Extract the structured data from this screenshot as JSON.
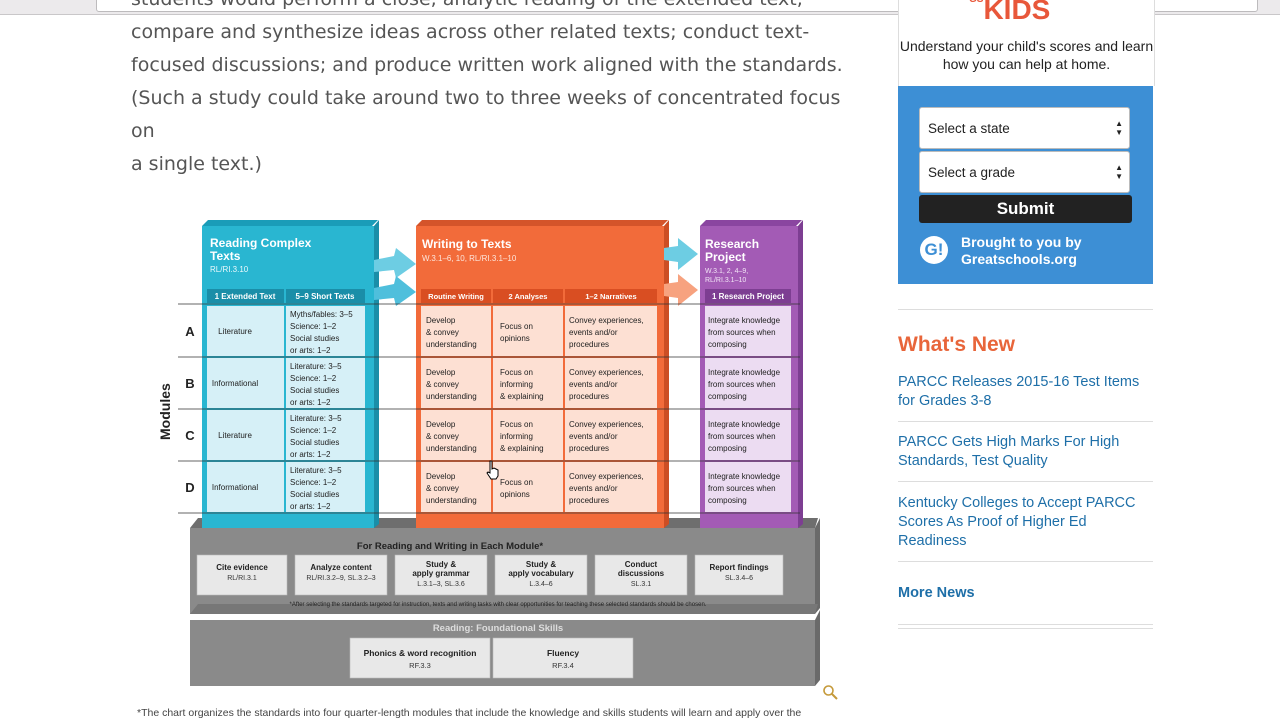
{
  "article": {
    "lines": [
      "students would perform a close, analytic reading of the extended text;",
      "compare and synthesize ideas across other related texts; conduct text-",
      "focused discussions; and produce written work aligned with the standards.",
      "(Such a study could take around two to three weeks of concentrated focus on",
      "a single text.)"
    ]
  },
  "figure": {
    "modules_label": "Modules",
    "row_letters": [
      "A",
      "B",
      "C",
      "D"
    ],
    "reading": {
      "title": "Reading Complex Texts",
      "standards": "RL/RI.3.10",
      "col1": "1 Extended Text",
      "col2": "5–9 Short Texts",
      "rows": [
        {
          "extended": "Literature",
          "short": [
            "Myths/fables: 3–5",
            "Science: 1–2",
            "Social studies",
            "or arts: 1–2"
          ]
        },
        {
          "extended": "Informational",
          "short": [
            "Literature: 3–5",
            "Science: 1–2",
            "Social studies",
            "or arts: 1–2"
          ]
        },
        {
          "extended": "Literature",
          "short": [
            "Literature: 3–5",
            "Science: 1–2",
            "Social studies",
            "or arts: 1–2"
          ]
        },
        {
          "extended": "Informational",
          "short": [
            "Literature: 3–5",
            "Science: 1–2",
            "Social studies",
            "or arts: 1–2"
          ]
        }
      ]
    },
    "writing": {
      "title": "Writing to Texts",
      "standards": "W.3.1–6, 10, RL/RI.3.1–10",
      "col1": "Routine Writing",
      "col2": "2 Analyses",
      "col3": "1–2 Narratives",
      "rows": [
        {
          "routine": [
            "Develop",
            "& convey",
            "understanding"
          ],
          "analyses": [
            "Focus on",
            "opinions"
          ],
          "narratives": [
            "Convey experiences,",
            "events and/or",
            "procedures"
          ]
        },
        {
          "routine": [
            "Develop",
            "& convey",
            "understanding"
          ],
          "analyses": [
            "Focus on",
            "informing",
            "& explaining"
          ],
          "narratives": [
            "Convey experiences,",
            "events and/or",
            "procedures"
          ]
        },
        {
          "routine": [
            "Develop",
            "& convey",
            "understanding"
          ],
          "analyses": [
            "Focus on",
            "informing",
            "& explaining"
          ],
          "narratives": [
            "Convey experiences,",
            "events and/or",
            "procedures"
          ]
        },
        {
          "routine": [
            "Develop",
            "& convey",
            "understanding"
          ],
          "analyses": [
            "Focus on",
            "opinions"
          ],
          "narratives": [
            "Convey experiences,",
            "events and/or",
            "procedures"
          ]
        }
      ]
    },
    "research": {
      "title": "Research Project",
      "standards": "W.3.1, 2, 4–9, RL/RI.3.1–10",
      "col1": "1 Research Project",
      "row_text": [
        "Integrate knowledge",
        "from sources when",
        "composing"
      ]
    },
    "each_module": {
      "title": "For Reading and Writing in Each Module*",
      "boxes": [
        {
          "label": "Cite evidence",
          "std": "RL/RI.3.1"
        },
        {
          "label": "Analyze content",
          "std": "RL/RI.3.2–9, SL.3.2–3"
        },
        {
          "label": "Study & apply grammar",
          "std": "L.3.1–3, SL.3.6"
        },
        {
          "label": "Study & apply vocabulary",
          "std": "L.3.4–6"
        },
        {
          "label": "Conduct discussions",
          "std": "SL.3.1"
        },
        {
          "label": "Report findings",
          "std": "SL.3.4–6"
        }
      ],
      "footnote": "*After selecting the standards targeted for instruction, texts and writing tasks with clear opportunities for teaching these selected standards should be chosen."
    },
    "foundational": {
      "title": "Reading: Foundational Skills",
      "boxes": [
        {
          "label": "Phonics & word recognition",
          "std": "RF.3.3"
        },
        {
          "label": "Fluency",
          "std": "RF.3.4"
        }
      ]
    }
  },
  "caption": "*The chart organizes the standards into four quarter-length modules that include the knowledge and skills students will learn and apply over the",
  "widget": {
    "logo": "KIDS",
    "logo_prefix": "GS",
    "description": "Understand your child's scores and learn how you can help at home.",
    "state_select": "Select a state",
    "grade_select": "Select a grade",
    "submit": "Submit",
    "brought_by": "Brought to you by",
    "brand": "Greatschools.org",
    "g_letter": "G!"
  },
  "whats_new": {
    "heading": "What's New",
    "items": [
      "PARCC Releases 2015-16 Test Items for Grades 3-8",
      "PARCC Gets High Marks For High Standards, Test Quality",
      "Kentucky Colleges to Accept PARCC Scores As Proof of Higher Ed Readiness"
    ],
    "more": "More News"
  },
  "colors": {
    "reading": "#29b6d1",
    "writing": "#f26b3a",
    "research": "#a35bb5",
    "gray": "#8a8a8a",
    "accent_orange": "#e8653a",
    "link_blue": "#1e6fa8",
    "widget_blue": "#3d8fd5"
  }
}
